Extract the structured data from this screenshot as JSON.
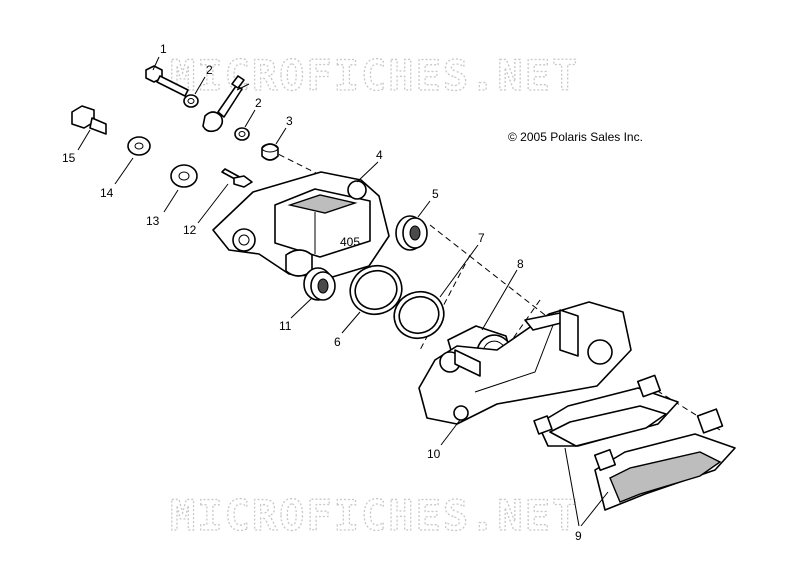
{
  "copyright": "© 2005 Polaris Sales Inc.",
  "watermark": "MICROFICHES.NET",
  "caliper_stamp": "405",
  "callouts": [
    "1",
    "2",
    "2",
    "3",
    "4",
    "5",
    "7",
    "8",
    "15",
    "14",
    "13",
    "12",
    "11",
    "6",
    "10",
    "9"
  ],
  "colors": {
    "line": "#000000",
    "watermark": "#c8c8c8",
    "shade": "#bdbdbd"
  }
}
